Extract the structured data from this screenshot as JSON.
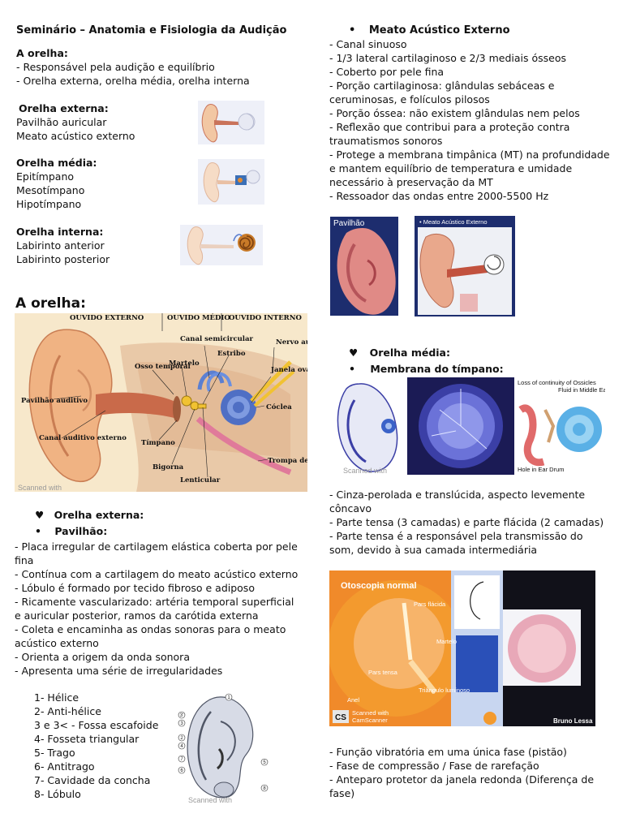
{
  "title": "Seminário – Anatomia e Fisiologia da Audição",
  "intro": {
    "heading": "A orelha:",
    "lines": [
      "- Responsável pela audição e equilíbrio",
      "- Orelha externa, orelha média, orelha interna"
    ]
  },
  "summary": {
    "external": {
      "heading": "Orelha externa:",
      "items": [
        "Pavilhão auricular",
        "Meato acústico externo"
      ]
    },
    "middle": {
      "heading": "Orelha média:",
      "items": [
        "Epitímpano",
        "Mesotímpano",
        "Hipotímpano"
      ]
    },
    "inner": {
      "heading": "Orelha interna:",
      "items": [
        "Labirinto anterior",
        "Labirinto posterior"
      ]
    }
  },
  "big_heading": "A orelha:",
  "ear_diagram": {
    "zones": [
      "OUVIDO EXTERNO",
      "OUVIDO MÉDIO",
      "OUVIDO INTERNO"
    ],
    "labels": {
      "pavilhao": "Pavilhão auditivo",
      "canal": "Canal auditivo externo",
      "osso": "Osso temporal",
      "martelo": "Martelo",
      "canal_semi": "Canal semicircular",
      "estribo": "Estribo",
      "nervo": "Nervo auditivo",
      "janela": "Janela oval",
      "coclea": "Cóclea",
      "timpano": "Tímpano",
      "bigorna": "Bigorna",
      "lenticular": "Lenticular",
      "trompa": "Trompa de Eustáquio"
    }
  },
  "scan_watermark": "Scanned with",
  "external_section": {
    "heading": "Orelha externa:",
    "subheading": "Pavilhão:",
    "lines": [
      "- Placa irregular de cartilagem elástica coberta por pele fina",
      "- Contínua com a cartilagem do meato acústico externo",
      "- Lóbulo é formado por tecido fibroso e adiposo",
      "- Ricamente vascularizado: artéria temporal superficial e auricular posterior, ramos da carótida externa",
      "- Coleta e encaminha as ondas sonoras para o meato acústico externo",
      "- Orienta a origem da onda sonora",
      "- Apresenta uma série de irregularidades"
    ],
    "numbered": [
      "1-   Hélice",
      "2-   Anti-hélice",
      "3 e 3< - Fossa escafoide",
      "4- Fosseta triangular",
      "5- Trago",
      "6- Antitrago",
      "7- Cavidade da concha",
      "8- Lóbulo"
    ],
    "pinna_markers": [
      "1",
      "2",
      "3",
      "3'",
      "4",
      "5",
      "6",
      "7",
      "8"
    ]
  },
  "meato_section": {
    "heading": "Meato Acústico Externo",
    "lines": [
      "- Canal sinuoso",
      "- 1/3 lateral cartilaginoso e 2/3 mediais ósseos",
      "- Coberto por pele fina",
      "- Porção cartilaginosa: glândulas sebáceas e ceruminosas, e folículos pilosos",
      "- Porção óssea: não existem glândulas nem pelos",
      "- Reflexão que contribui para a proteção contra traumatismos sonoros",
      "- Protege a membrana timpânica (MT) na profundidade e mantem equilíbrio de temperatura e umidade necessário à preservação da MT",
      "- Ressoador das ondas entre 2000-5500 Hz"
    ],
    "photo_label_1": "Pavilhão",
    "photo_label_2": "• Meato Acústico Externo"
  },
  "middle_section": {
    "heading": "Orelha média:",
    "subheading": "Membrana do tímpano:",
    "diagram_labels": [
      "Loss of continuity of Ossicles",
      "Fluid in Middle Ear",
      "Hole in Ear Drum"
    ],
    "lines": [
      "- Cinza-perolada e translúcida, aspecto levemente côncavo",
      "- Parte tensa (3 camadas) e parte flácida (2 camadas)",
      "- Parte tensa é a responsável pela transmissão do som, devido à sua camada intermediária"
    ],
    "otoscopy": {
      "title": "Otoscopia normal",
      "labels": [
        "Pars flácida",
        "Martelo",
        "Pars tensa",
        "Anel",
        "Triângulo luminoso"
      ],
      "cs_badge": "CS",
      "cs_text": [
        "Scanned with",
        "CamScanner"
      ],
      "author": "Bruno Lessa"
    },
    "closing_lines": [
      "- Função vibratória em uma única fase (pistão)",
      "- Fase de compressão / Fase de rarefação",
      "- Anteparo protetor da janela redonda (Diferença de fase)"
    ]
  },
  "colors": {
    "skin": "#f2c7a3",
    "cartilage": "#e6a88c",
    "canal": "#c9735a",
    "cochlea_blue": "#4f6fc4",
    "nerve_yellow": "#f1c232",
    "otoscope_orange": "#f39a2e",
    "drum_blue": "#3b3fa6"
  }
}
